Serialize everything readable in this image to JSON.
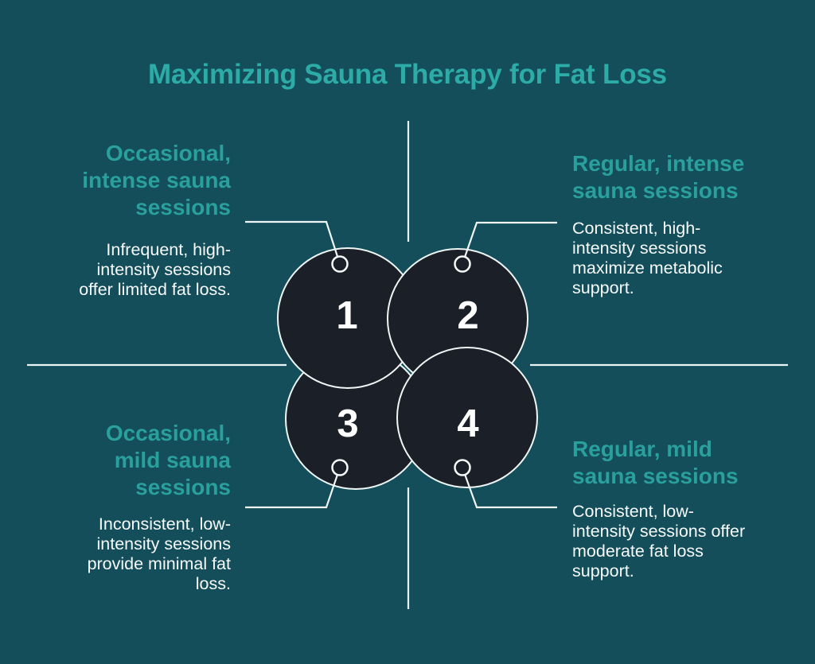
{
  "title": "Maximizing Sauna Therapy for Fat Loss",
  "colors": {
    "background": "#134e5a",
    "title_teal": "#2caba7",
    "heading_teal": "#2aa09c",
    "body_text": "#f7fafa",
    "circle_fill": "#1b1f27",
    "line_white": "#e8f3f3"
  },
  "quadrants": {
    "top_left": {
      "heading_lines": [
        "Occasional,",
        "intense sauna",
        "sessions"
      ],
      "body_lines": [
        "Infrequent, high-",
        "intensity sessions",
        "offer limited fat loss."
      ]
    },
    "top_right": {
      "heading_lines": [
        "Regular, intense",
        "sauna sessions"
      ],
      "body_lines": [
        "Consistent, high-",
        "intensity sessions",
        "maximize metabolic",
        "support."
      ]
    },
    "bottom_left": {
      "heading_lines": [
        "Occasional,",
        "mild sauna",
        "sessions"
      ],
      "body_lines": [
        "Inconsistent, low-",
        "intensity sessions",
        "provide minimal fat",
        "loss."
      ]
    },
    "bottom_right": {
      "heading_lines": [
        "Regular, mild",
        "sauna sessions"
      ],
      "body_lines": [
        "Consistent, low-",
        "intensity sessions offer",
        "moderate fat loss",
        "support."
      ]
    }
  },
  "step_numbers": [
    "1",
    "2",
    "3",
    "4"
  ]
}
